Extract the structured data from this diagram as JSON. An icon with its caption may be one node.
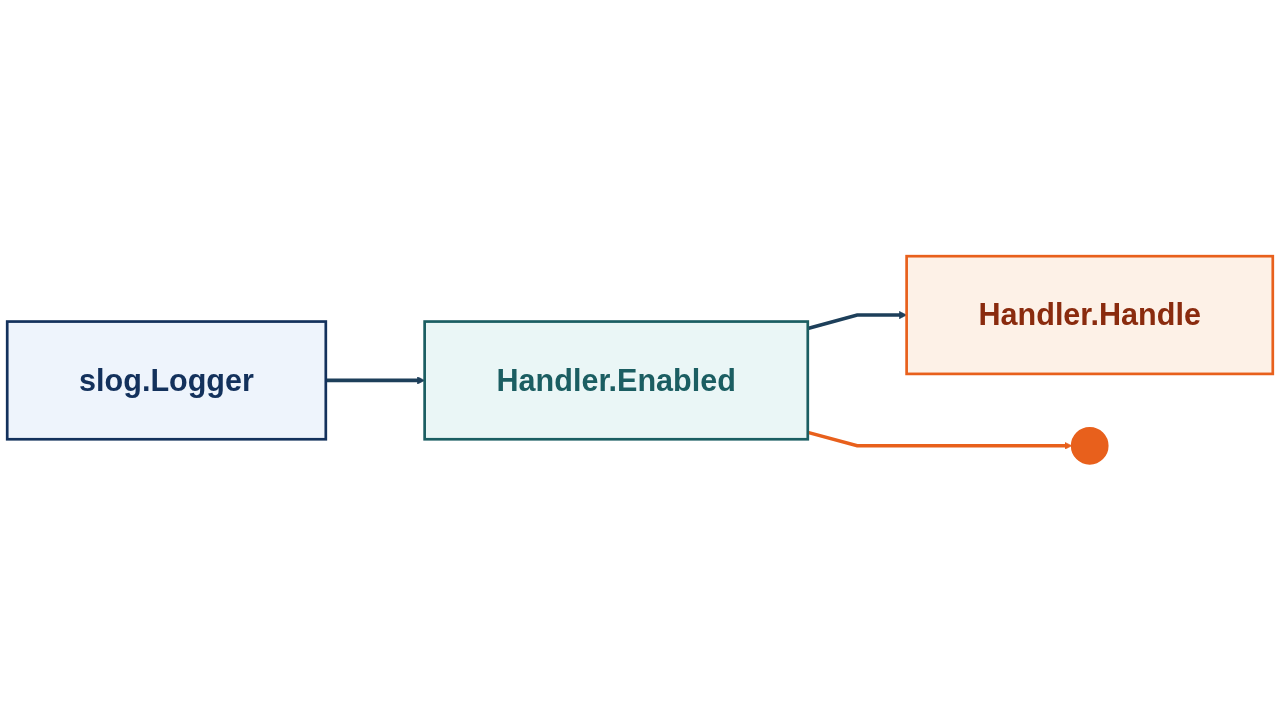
{
  "diagram": {
    "nodes": [
      {
        "text": [
          "slog.Logger"
        ]
      },
      {
        "text": [
          "Handler.Enabled"
        ]
      },
      {
        "text": [
          "Handler.Handle"
        ]
      },
      {
        "text": [],
        "shape": "circle"
      }
    ],
    "edges": [
      {
        "from": 0,
        "to": 1,
        "arrow": "to"
      },
      {
        "from": 1,
        "to": 2,
        "arrow": "to"
      },
      {
        "from": 1,
        "to": 3,
        "arrow": "to",
        "color": "#e8601c"
      }
    ]
  }
}
